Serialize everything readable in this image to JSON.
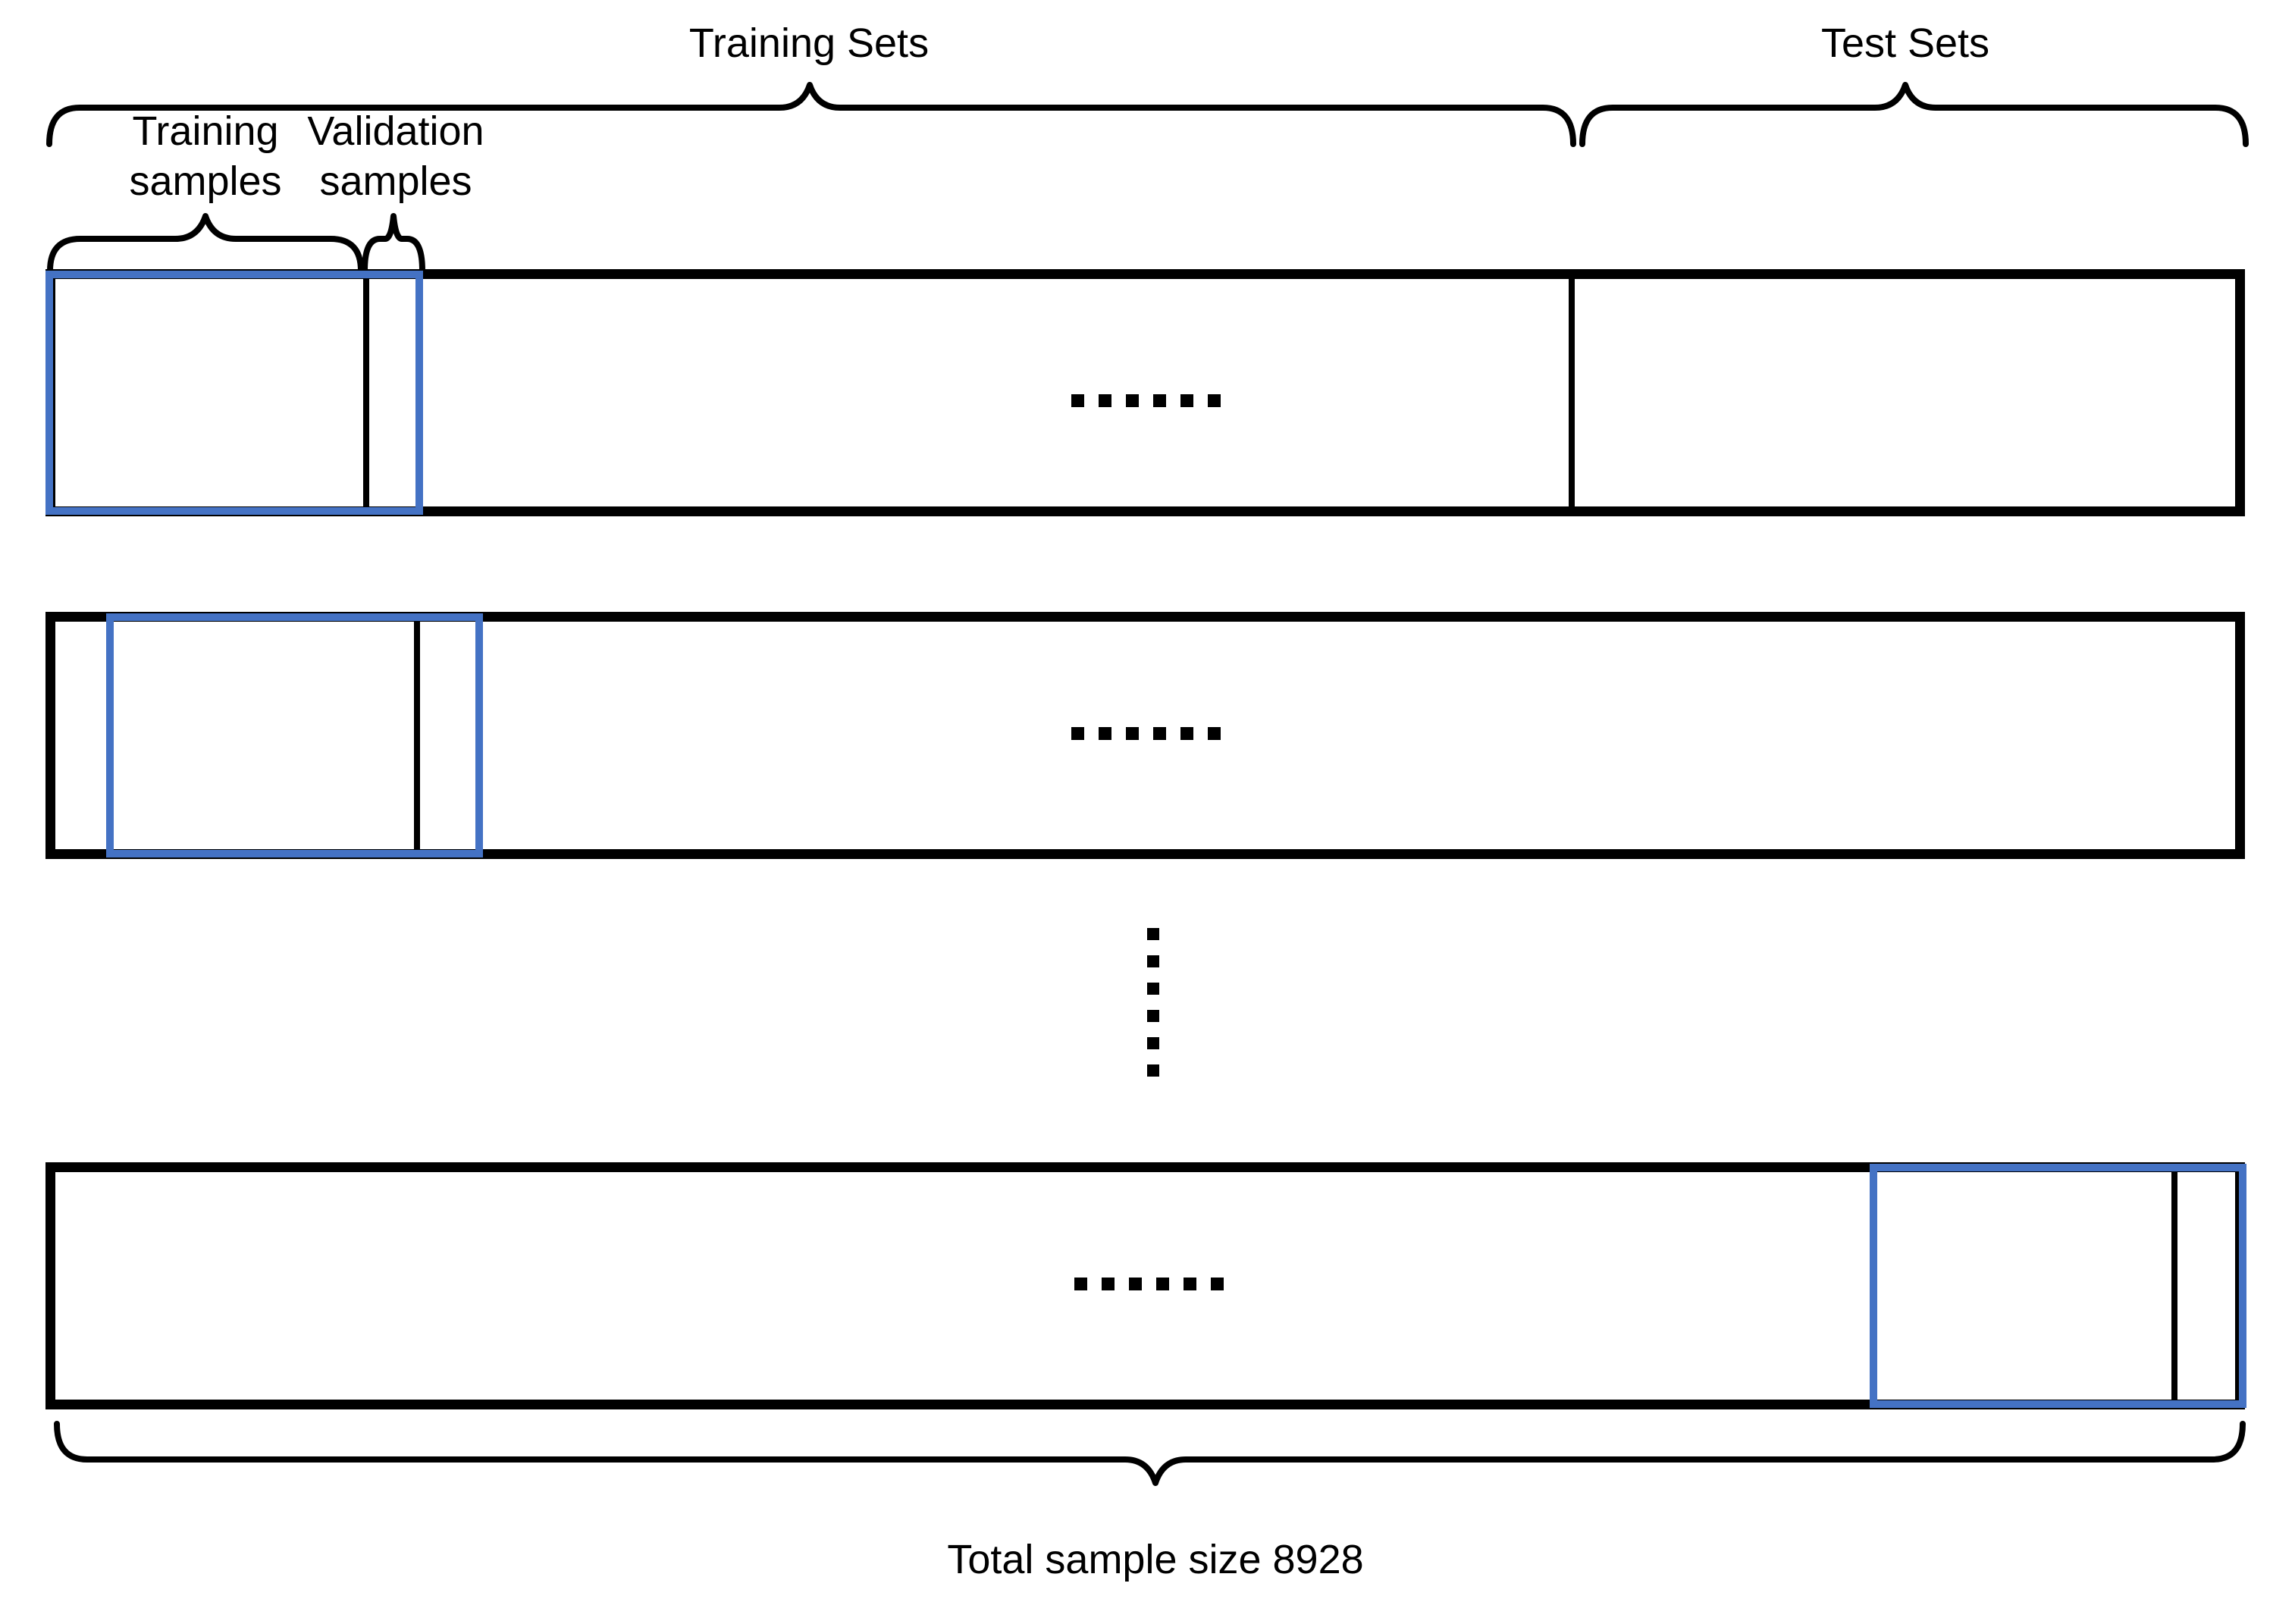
{
  "title": "Walk-forward train/validation/test split diagram",
  "colors": {
    "black": "#000000",
    "window_blue": "#4472C4",
    "background": "#ffffff"
  },
  "labels": {
    "training_sets": "Training Sets",
    "test_sets": "Test Sets",
    "training_samples_line1": "Training",
    "training_samples_line2": "samples",
    "validation_samples_line1": "Validation",
    "validation_samples_line2": "samples",
    "total_sample_size": "Total sample size 8928"
  },
  "figure": {
    "visible_fold_rows": 3,
    "ellipsis_rows_horizontal": 3,
    "ellipsis_vertical_between_rows": true,
    "window_contents": [
      "training samples",
      "validation samples"
    ],
    "row1_window_position": "left",
    "row2_window_position": "shifted right",
    "row3_window_position": "right end",
    "total_sample_size_value": "8928"
  }
}
